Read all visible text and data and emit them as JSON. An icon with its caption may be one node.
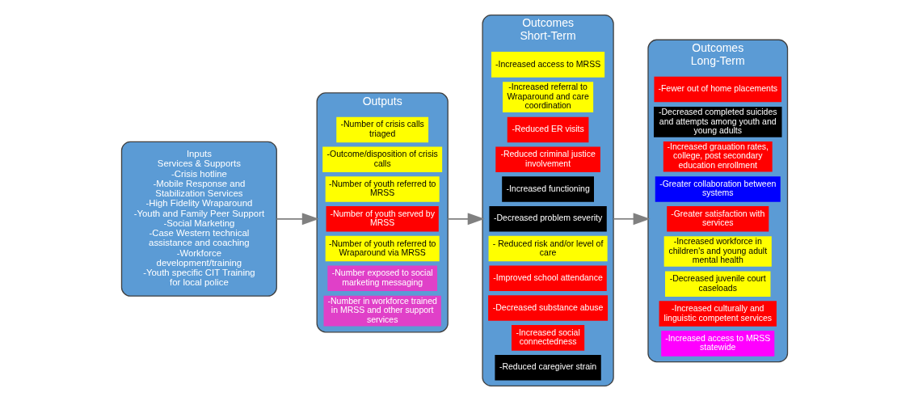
{
  "diagram": {
    "nodes": [
      {
        "text": [
          "Inputs",
          "Services & Supports",
          "-Crisis hotline",
          "-Mobile Response and Stabilization Services",
          "-High Fidelity Wraparound",
          "-Youth and Family Peer Support",
          "-Social Marketing",
          "-Case Western technical assistance and coaching",
          "-Workforce development/training",
          "-Youth specific CIT Training for local police"
        ]
      },
      {
        "text": [
          "Outputs"
        ]
      },
      {
        "text": [
          "-Number of crisis calls triaged"
        ],
        "in": 1
      },
      {
        "text": [
          "-Outcome/disposition of crisis calls"
        ],
        "in": 1
      },
      {
        "text": [
          "-Number of youth referred to MRSS"
        ],
        "in": 1
      },
      {
        "text": [
          "-Number of youth served by MRSS"
        ],
        "in": 1
      },
      {
        "text": [
          "-Number of youth referred to Wraparound via MRSS"
        ],
        "in": 1
      },
      {
        "text": [
          "-Number exposed to social marketing messaging"
        ],
        "in": 1
      },
      {
        "text": [
          "-Number in workforce trained in MRSS and other support services"
        ],
        "in": 1
      },
      {
        "text": [
          "Outcomes",
          "Short-Term"
        ]
      },
      {
        "text": [
          "-Increased access to MRSS"
        ],
        "in": 9
      },
      {
        "text": [
          "-Increased referral to Wraparound and care coordination"
        ],
        "in": 9
      },
      {
        "text": [
          "-Reduced ER visits"
        ],
        "in": 9
      },
      {
        "text": [
          "-Reduced criminal justice involvement"
        ],
        "in": 9
      },
      {
        "text": [
          "-Increased functioning"
        ],
        "in": 9
      },
      {
        "text": [
          "-Decreased problem severity"
        ],
        "in": 9
      },
      {
        "text": [
          "- Reduced risk and/or level of care"
        ],
        "in": 9
      },
      {
        "text": [
          "-Improved school attendance"
        ],
        "in": 9
      },
      {
        "text": [
          "-Decreased substance abuse"
        ],
        "in": 9
      },
      {
        "text": [
          "-Increased social connectedness"
        ],
        "in": 9
      },
      {
        "text": [
          "-Reduced caregiver strain"
        ],
        "in": 9
      },
      {
        "text": [
          "Outcomes",
          "Long-Term"
        ]
      },
      {
        "text": [
          "-Fewer out of home placements"
        ],
        "in": 21
      },
      {
        "text": [
          "-Decreased completed suicides and attempts among youth and young adults"
        ],
        "in": 21
      },
      {
        "text": [
          "-Increased grauation rates, college, post secondary education enrollment"
        ],
        "in": 21
      },
      {
        "text": [
          "-Greater collaboration between systems"
        ],
        "in": 21
      },
      {
        "text": [
          "-Greater satisfaction with services"
        ],
        "in": 21
      },
      {
        "text": [
          "-Increased workforce in children's and young adult mental health"
        ],
        "in": 21
      },
      {
        "text": [
          "-Decreased juvenile court caseloads"
        ],
        "in": 21
      },
      {
        "text": [
          "-Increased culturally and linguistic competent services"
        ],
        "in": 21
      },
      {
        "text": [
          "-Increased access to MRSS statewide"
        ],
        "in": 21
      }
    ],
    "edges": [
      {
        "from": 0,
        "to": 1,
        "arrow": "to"
      },
      {
        "from": 1,
        "to": 9,
        "arrow": "to"
      },
      {
        "from": 9,
        "to": 21,
        "arrow": "to"
      }
    ]
  }
}
